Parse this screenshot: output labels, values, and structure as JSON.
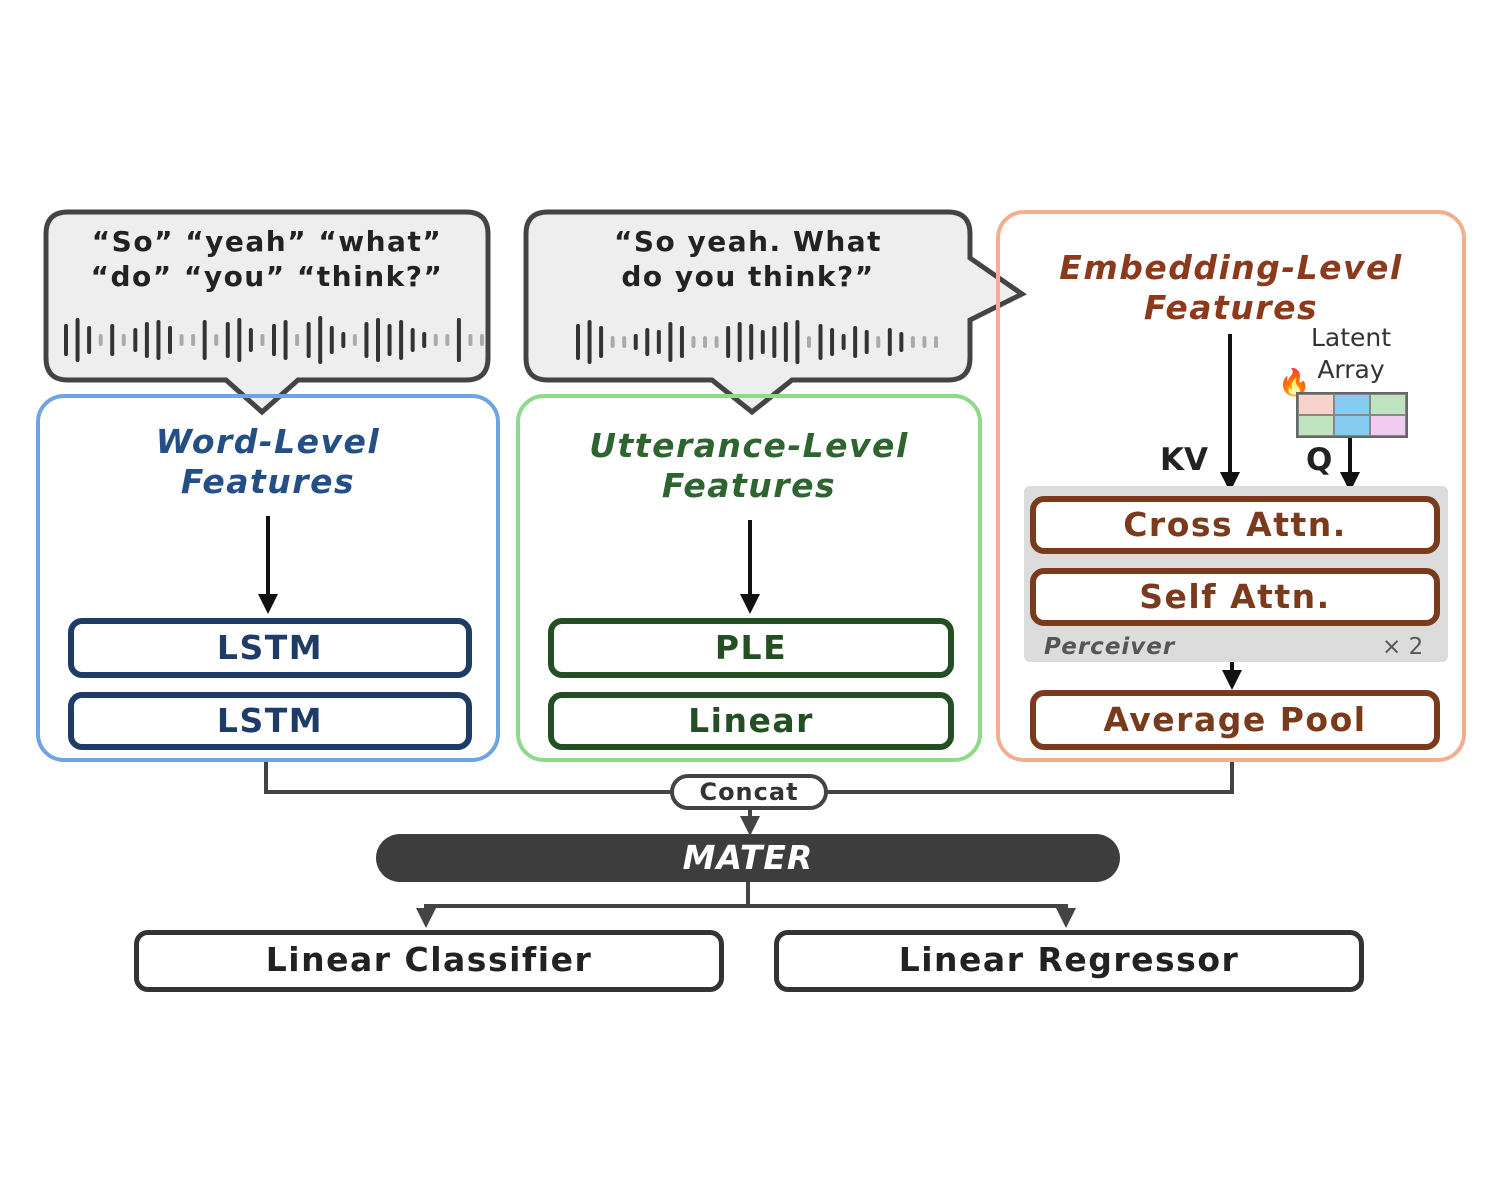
{
  "bubbles": {
    "word": {
      "line1": "“So” “yeah” “what”",
      "line2": "“do” “you” “think?”"
    },
    "utterance": {
      "line1": "“So yeah. What",
      "line2": "do you think?”"
    }
  },
  "panels": {
    "word": {
      "title1": "Word-Level",
      "title2": "Features",
      "blocks": [
        "LSTM",
        "LSTM"
      ]
    },
    "utterance": {
      "title1": "Utterance-Level",
      "title2": "Features",
      "blocks": [
        "PLE",
        "Linear"
      ]
    },
    "embedding": {
      "title1": "Embedding-Level",
      "title2": "Features",
      "latent_label1": "Latent",
      "latent_label2": "Array",
      "kv_label": "KV",
      "q_label": "Q",
      "cross_attn": "Cross Attn.",
      "self_attn": "Self Attn.",
      "perceiver_label": "Perceiver",
      "repeat_label": "× 2",
      "pool": "Average Pool"
    }
  },
  "concat_label": "Concat",
  "model_name": "MATER",
  "outputs": {
    "classifier": "Linear Classifier",
    "regressor": "Linear Regressor"
  },
  "colors": {
    "word_border": "#6fa4e0",
    "utterance_border": "#8fd98b",
    "embedding_border": "#f3ae90",
    "word_block": "#1e3c66",
    "utterance_block": "#244f24",
    "embedding_block": "#7a3a1c",
    "latent_cells": [
      "#f6d3cb",
      "#86cbf0",
      "#bfe3bf",
      "#bfe3bf",
      "#86cbf0",
      "#f0cdf0"
    ]
  }
}
